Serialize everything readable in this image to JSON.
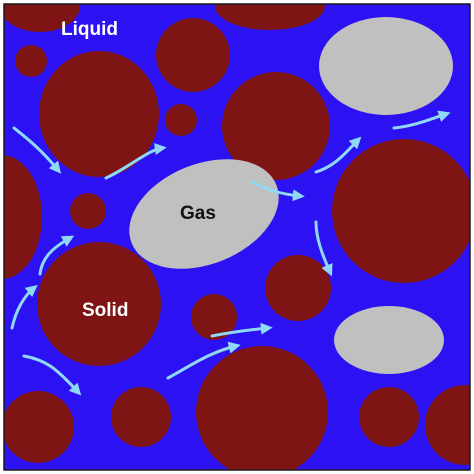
{
  "labels": {
    "liquid": "Liquid",
    "gas": "Gas",
    "solid": "Solid"
  },
  "colors": {
    "liquid": "#2c12f2",
    "solid": "#7e1414",
    "gas": "#c0c0c0",
    "arrow": "#8fd9f5",
    "frame": "#1a1a1a",
    "label_on_liquid": "#ffffff",
    "label_on_gas": "#111111",
    "label_on_solid": "#ffffff"
  },
  "legend_semantics": {
    "solid_phase": "solid-particle",
    "gas_phase": "gas-bubble",
    "liquid_phase": "liquid-background",
    "flow": "flow-arrow"
  }
}
